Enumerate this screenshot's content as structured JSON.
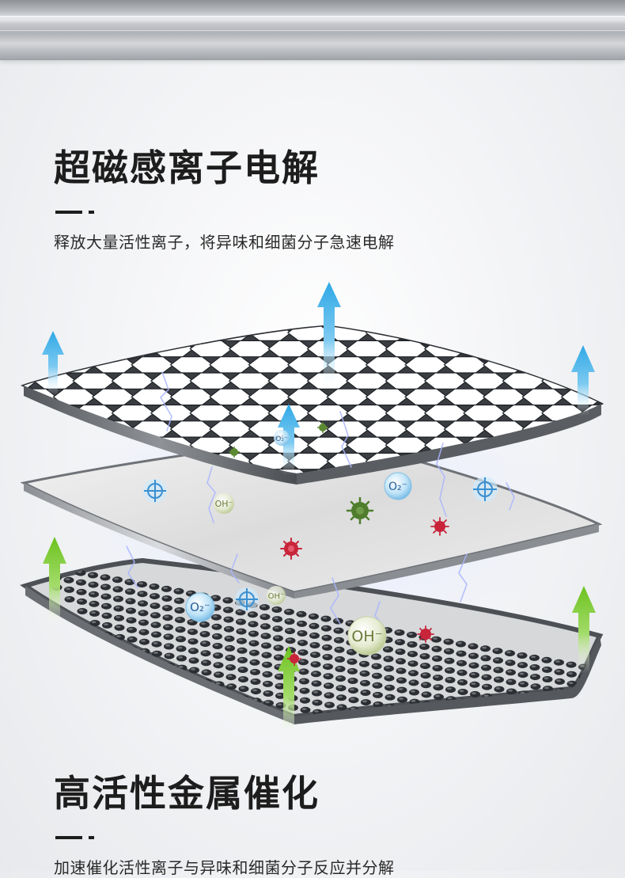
{
  "sections": [
    {
      "title": "超磁感离子电解",
      "subtitle": "释放大量活性离子，将异味和细菌分子急速电解"
    },
    {
      "title": "高活性金属催化",
      "subtitle": "加速催化活性离子与异味和细菌分子反应并分解"
    }
  ],
  "ions": {
    "o2": "O₂⁻",
    "oh": "OH⁻"
  },
  "colors": {
    "arrow_blue": "#2fa8e6",
    "arrow_green": "#6cc21e",
    "bacteria_red": "#c8243a",
    "bacteria_green": "#4f7d2c",
    "text": "#1d1d1d"
  }
}
